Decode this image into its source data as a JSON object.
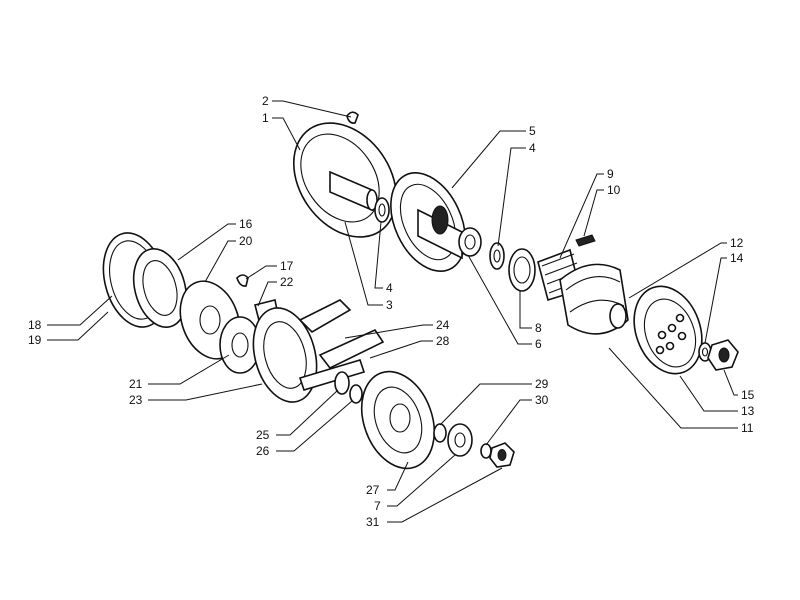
{
  "labels": {
    "l2": "2",
    "l1": "1",
    "l5": "5",
    "l4a": "4",
    "l9": "9",
    "l10": "10",
    "l16": "16",
    "l20": "20",
    "l17": "17",
    "l22": "22",
    "l12": "12",
    "l14": "14",
    "l4b": "4",
    "l3": "3",
    "l8": "8",
    "l6": "6",
    "l18": "18",
    "l19": "19",
    "l24": "24",
    "l28": "28",
    "l21": "21",
    "l23": "23",
    "l15": "15",
    "l13": "13",
    "l11": "11",
    "l29": "29",
    "l30": "30",
    "l25": "25",
    "l26": "26",
    "l27": "27",
    "l7": "7",
    "l31": "31"
  }
}
